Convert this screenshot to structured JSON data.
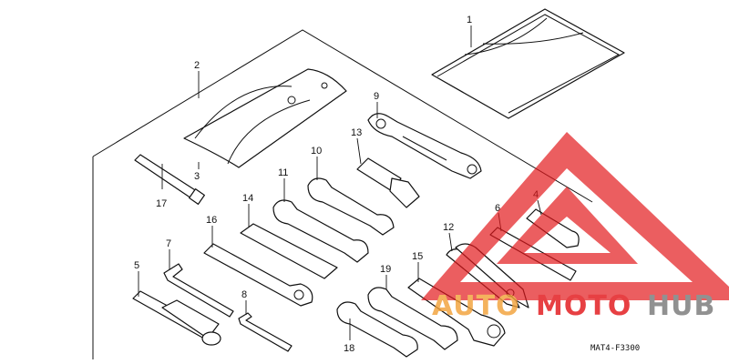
{
  "diagram": {
    "callouts": [
      {
        "id": "c1",
        "label": "1"
      },
      {
        "id": "c2",
        "label": "2"
      },
      {
        "id": "c3",
        "label": "3"
      },
      {
        "id": "c4",
        "label": "4"
      },
      {
        "id": "c5",
        "label": "5"
      },
      {
        "id": "c6",
        "label": "6"
      },
      {
        "id": "c7",
        "label": "7"
      },
      {
        "id": "c8",
        "label": "8"
      },
      {
        "id": "c9",
        "label": "9"
      },
      {
        "id": "c10",
        "label": "10"
      },
      {
        "id": "c11",
        "label": "11"
      },
      {
        "id": "c12",
        "label": "12"
      },
      {
        "id": "c13",
        "label": "13"
      },
      {
        "id": "c14",
        "label": "14"
      },
      {
        "id": "c15",
        "label": "15"
      },
      {
        "id": "c16",
        "label": "16"
      },
      {
        "id": "c17",
        "label": "17"
      },
      {
        "id": "c18",
        "label": "18"
      },
      {
        "id": "c19",
        "label": "19"
      }
    ],
    "drawing_code": "MAT4-F3300"
  },
  "watermark": {
    "text_a": "AUTO",
    "text_b": "MOTO",
    "text_c": "HUB",
    "colors": {
      "red": "#e2171b",
      "orange": "#f2a23a",
      "gray": "#7a7a7a"
    }
  }
}
